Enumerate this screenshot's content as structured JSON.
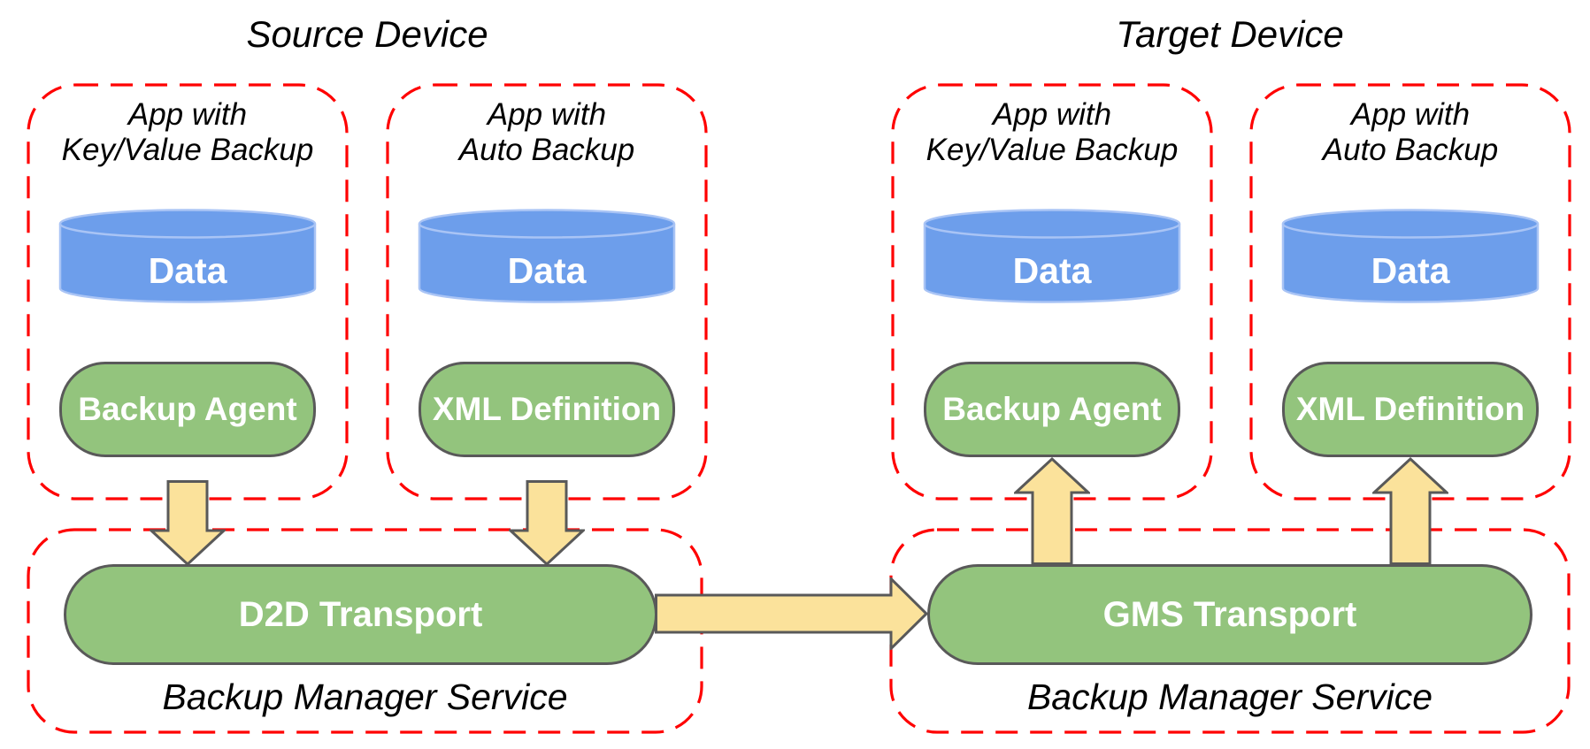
{
  "colors": {
    "background": "#FFFFFF",
    "red": "#FF0000",
    "green": "#93C47D",
    "blue": "#6D9EEB",
    "blue_stroke": "#A9C4F5",
    "yellow": "#FBE29B",
    "stroke": "#595959",
    "text": "#000000",
    "shape_text": "#FFFFFF"
  },
  "source_device": {
    "title": "Source Device",
    "apps": [
      {
        "label_line1": "App with",
        "label_line2": "Key/Value Backup",
        "data_store": "Data",
        "component": "Backup Agent"
      },
      {
        "label_line1": "App with",
        "label_line2": "Auto Backup",
        "data_store": "Data",
        "component": "XML Definition"
      }
    ],
    "backup_manager": {
      "transport": "D2D Transport",
      "label": "Backup Manager Service"
    }
  },
  "target_device": {
    "title": "Target Device",
    "apps": [
      {
        "label_line1": "App with",
        "label_line2": "Key/Value Backup",
        "data_store": "Data",
        "component": "Backup Agent"
      },
      {
        "label_line1": "App with",
        "label_line2": "Auto Backup",
        "data_store": "Data",
        "component": "XML Definition"
      }
    ],
    "backup_manager": {
      "transport": "GMS Transport",
      "label": "Backup Manager Service"
    }
  },
  "connections": [
    {
      "from": "Backup Agent (source)",
      "to": "D2D Transport",
      "direction": "down"
    },
    {
      "from": "XML Definition (source)",
      "to": "D2D Transport",
      "direction": "down"
    },
    {
      "from": "D2D Transport",
      "to": "GMS Transport",
      "direction": "right"
    },
    {
      "from": "GMS Transport",
      "to": "Backup Agent (target)",
      "direction": "up"
    },
    {
      "from": "GMS Transport",
      "to": "XML Definition (target)",
      "direction": "up"
    }
  ]
}
